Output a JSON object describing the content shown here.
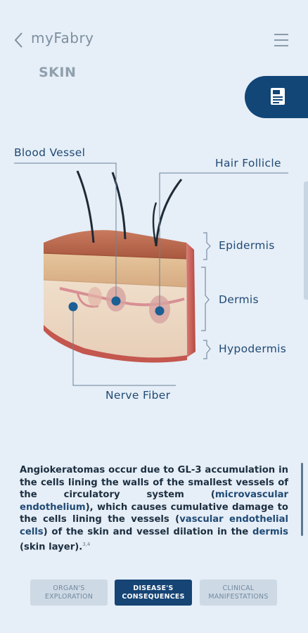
{
  "header": {
    "app_name": "myFabry"
  },
  "page": {
    "title": "SKIN"
  },
  "diagram": {
    "labels": {
      "blood_vessel": "Blood Vessel",
      "hair_follicle": "Hair Follicle",
      "epidermis": "Epidermis",
      "dermis": "Dermis",
      "hypodermis": "Hypodermis",
      "nerve_fiber": "Nerve Fiber"
    }
  },
  "description": {
    "p1": "Angiokeratomas occur due to GL-3 accumulation in the cells lining the walls of the smallest vessels of the circulatory system (",
    "hl1": "microvascular endothelium",
    "p2": "), which causes cumulative damage to the cells lining the vessels (",
    "hl2": "vascular endothelial cells",
    "p3": ") of the skin and vessel dilation in the ",
    "hl3": "dermis",
    "p4": " (skin layer).",
    "ref": "3,4"
  },
  "tabs": [
    {
      "label": "ORGAN'S EXPLORATION",
      "active": false
    },
    {
      "label": "DISEASE'S CONSEQUENCES",
      "active": true
    },
    {
      "label": "CLINICAL MANIFESTATIONS",
      "active": false
    }
  ],
  "colors": {
    "accent": "#114677",
    "background": "#e6eef7",
    "muted": "#8fa0ad"
  }
}
